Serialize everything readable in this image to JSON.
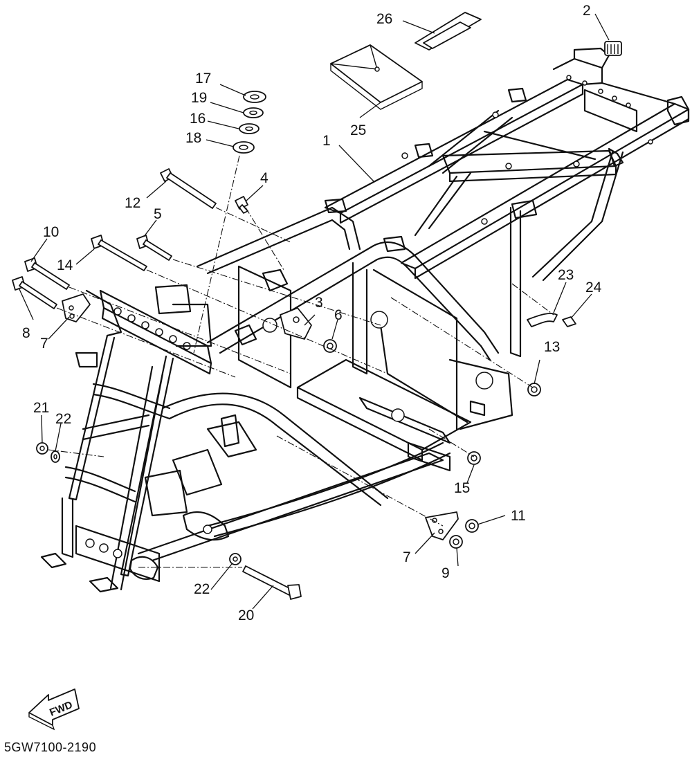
{
  "diagram": {
    "callouts": {
      "c1": "1",
      "c2": "2",
      "c3": "3",
      "c4": "4",
      "c5": "5",
      "c6": "6",
      "c7a": "7",
      "c7b": "7",
      "c8": "8",
      "c9": "9",
      "c10": "10",
      "c11": "11",
      "c12": "12",
      "c13": "13",
      "c14": "14",
      "c15": "15",
      "c16": "16",
      "c17": "17",
      "c18": "18",
      "c19": "19",
      "c20": "20",
      "c21": "21",
      "c22a": "22",
      "c22b": "22",
      "c23": "23",
      "c24": "24",
      "c25": "25",
      "c26": "26"
    },
    "direction_badge": "FWD",
    "drawing_code": "5GW7100-2190"
  }
}
